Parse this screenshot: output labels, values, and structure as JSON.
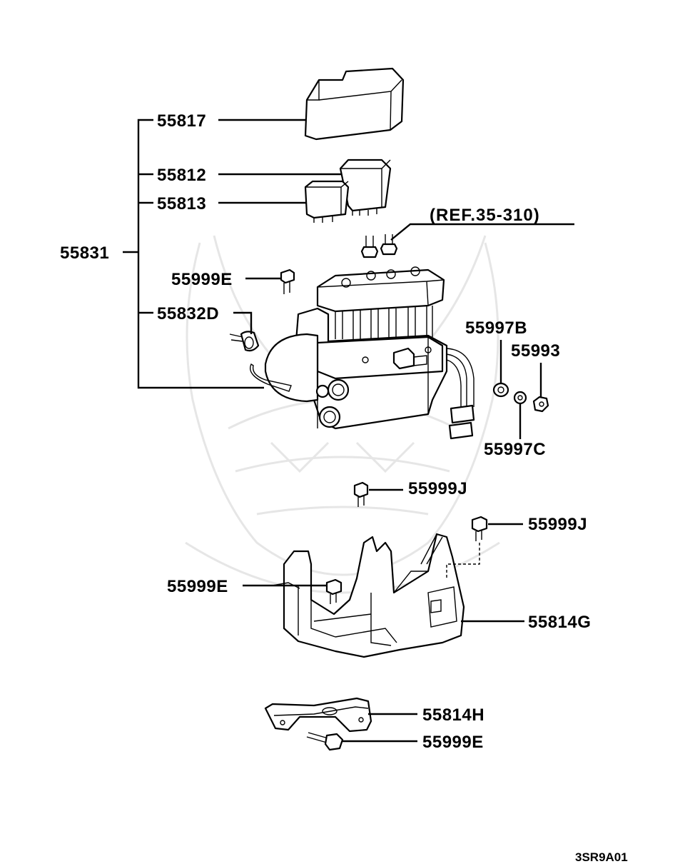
{
  "labels": {
    "p55817": "55817",
    "p55812": "55812",
    "p55813": "55813",
    "ref": "(REF.35-310)",
    "p55831": "55831",
    "p55999E_top": "55999E",
    "p55832D": "55832D",
    "p55997B": "55997B",
    "p55993": "55993",
    "p55997C": "55997C",
    "p55999J_a": "55999J",
    "p55999J_b": "55999J",
    "p55999E_mid": "55999E",
    "p55814G": "55814G",
    "p55814H": "55814H",
    "p55999E_bot": "55999E"
  },
  "diagram_code": "3SR9A01"
}
